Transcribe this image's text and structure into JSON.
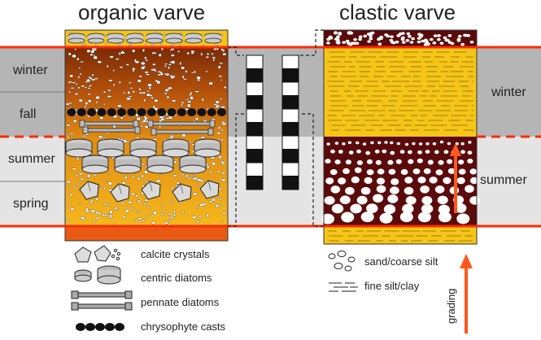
{
  "titles": {
    "organic": "organic varve",
    "clastic": "clastic varve"
  },
  "seasons_left": {
    "winter": "winter",
    "fall": "fall",
    "summer": "summer",
    "spring": "spring"
  },
  "seasons_right": {
    "winter": "winter",
    "summer": "summer"
  },
  "legend_organic": [
    "calcite crystals",
    "centric diatoms",
    "pennate diatoms",
    "chrysophyte casts"
  ],
  "legend_clastic": [
    "sand/coarse silt",
    "fine silt/clay"
  ],
  "grading_label": "grading",
  "colors": {
    "winter_band": "#b5b5b5",
    "summer_band": "#e4e4e4",
    "boundary": "#ff2a00",
    "arrow": "#ff5a1e",
    "dark_sediment": "#5a0a0a",
    "yellow_layer": "#f5c518"
  }
}
